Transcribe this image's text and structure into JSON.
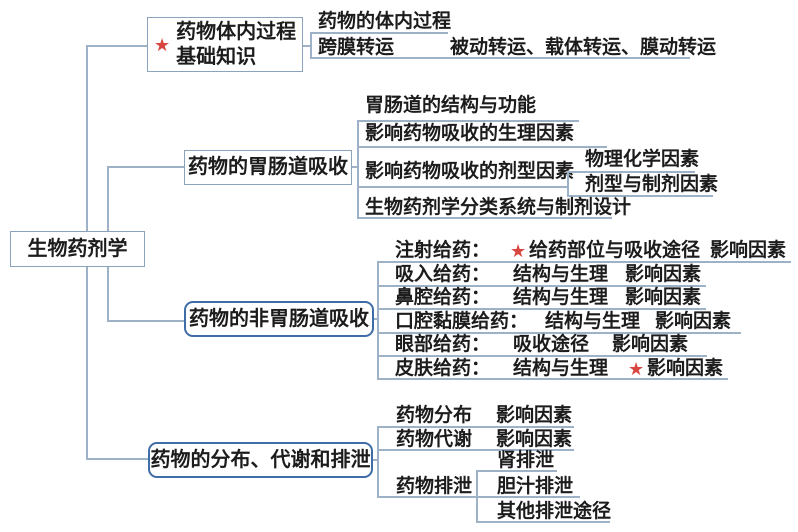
{
  "root": {
    "label": "生物药剂学"
  },
  "icons": {
    "star": "★"
  },
  "colors": {
    "connector": "#9db2c6",
    "node_border": "#8ba3bd",
    "group_border": "#3e6da8",
    "star": "#d9453f",
    "text": "#1c1c1c",
    "background": "#ffffff"
  },
  "branch_basics": {
    "title_line1": "药物体内过程",
    "title_line2": "基础知识",
    "starred": true,
    "child1": "药物的体内过程",
    "child2": "跨膜转运",
    "child2_detail": "被动转运、载体转运、膜动转运"
  },
  "branch_gi": {
    "title": "药物的胃肠道吸收",
    "child1": "胃肠道的结构与功能",
    "child2": "影响药物吸收的生理因素",
    "child3": "影响药物吸收的剂型因素",
    "child3_sub1": "物理化学因素",
    "child3_sub2": "剂型与制剂因素",
    "child4": "生物药剂学分类系统与制剂设计"
  },
  "branch_non_gi": {
    "title": "药物的非胃肠道吸收",
    "rows": [
      {
        "label": "注射给药：",
        "mid": "给药部位与吸收途径",
        "right": "影响因素",
        "star_mid": true,
        "star_right": false
      },
      {
        "label": "吸入给药：",
        "mid": "结构与生理",
        "right": "影响因素",
        "star_mid": false,
        "star_right": false
      },
      {
        "label": "鼻腔给药：",
        "mid": "结构与生理",
        "right": "影响因素",
        "star_mid": false,
        "star_right": false
      },
      {
        "label": "口腔黏膜给药：",
        "mid": "结构与生理",
        "right": "影响因素",
        "star_mid": false,
        "star_right": false
      },
      {
        "label": "眼部给药：",
        "mid": "吸收途径",
        "right": "影响因素",
        "star_mid": false,
        "star_right": false
      },
      {
        "label": "皮肤给药：",
        "mid": "结构与生理",
        "right": "影响因素",
        "star_mid": false,
        "star_right": true
      }
    ]
  },
  "branch_dme": {
    "title": "药物的分布、代谢和排泄",
    "row1_label": "药物分布",
    "row1_right": "影响因素",
    "row2_label": "药物代谢",
    "row2_right": "影响因素",
    "row3_label": "药物排泄",
    "row3_sub1": "肾排泄",
    "row3_sub2": "胆汁排泄",
    "row3_sub3": "其他排泄途径"
  }
}
